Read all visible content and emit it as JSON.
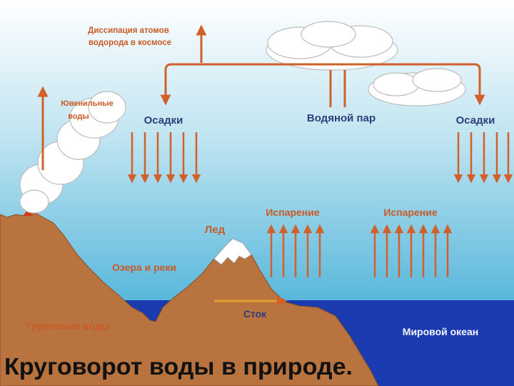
{
  "labels": {
    "dissipation_line1": "Диссипация атомов",
    "dissipation_line2": "водорода в космосе",
    "juvenile_line1": "Ювенильные",
    "juvenile_line2": "воды",
    "precipitation_left": "Осадки",
    "water_vapor": "Водяной пар",
    "precipitation_right": "Осадки",
    "evaporation_1": "Испарение",
    "evaporation_2": "Испарение",
    "ice": "Лед",
    "lakes_rivers": "Озера и реки",
    "runoff": "Сток",
    "groundwater": "Грунтовые воды",
    "world_ocean": "Мировой океан"
  },
  "title": "Круговорот воды в природе.",
  "colors": {
    "sky_top": "#ffffff",
    "sky_bottom": "#55b6da",
    "arrow": "#d2602a",
    "ground": "#b9733f",
    "ocean": "#1a3bb0",
    "label_orange": "#c85a28",
    "label_blue": "#2c3f7a"
  }
}
